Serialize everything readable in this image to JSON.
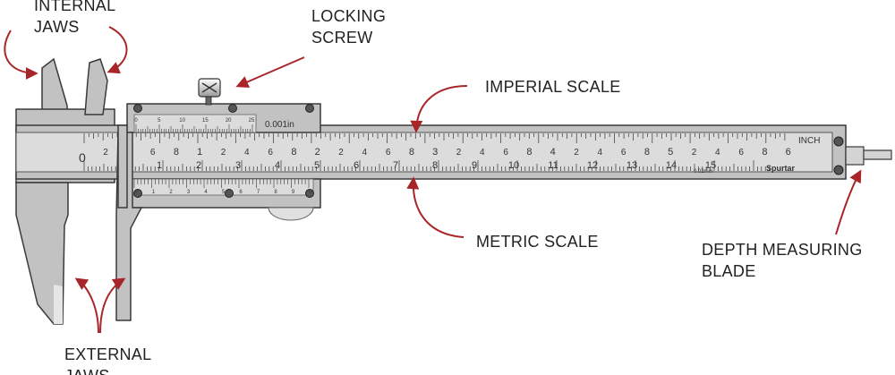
{
  "labels": {
    "internal_jaws": [
      "INTERNAL",
      "JAWS"
    ],
    "locking_screw": [
      "LOCKING",
      "SCREW"
    ],
    "imperial_scale": "IMPERIAL SCALE",
    "metric_scale": "METRIC SCALE",
    "depth_blade": [
      "DEPTH MEASURING",
      "BLADE"
    ],
    "external_jaws": [
      "EXTERNAL",
      "JAWS"
    ]
  },
  "main_scale": {
    "unit": "INCH",
    "brand": "Spurtar",
    "resolution": "0.02mm",
    "zero": "0",
    "inch_labels": [
      "2",
      "4",
      "6",
      "8",
      "1",
      "2",
      "4",
      "6",
      "8",
      "2",
      "2",
      "4",
      "6",
      "8",
      "3",
      "2",
      "4",
      "6",
      "8",
      "4",
      "2",
      "4",
      "6",
      "8",
      "5",
      "2",
      "4",
      "6",
      "8",
      "6"
    ],
    "cm_labels": [
      "1",
      "2",
      "3",
      "4",
      "5",
      "6",
      "7",
      "8",
      "9",
      "10",
      "11",
      "12",
      "13",
      "14",
      "15"
    ]
  },
  "vernier": {
    "top_reading": "0.001in",
    "top_labels": [
      "0",
      "5",
      "10",
      "15",
      "20",
      "25"
    ],
    "bottom_labels": [
      "0",
      "1",
      "2",
      "3",
      "4",
      "5",
      "6",
      "7",
      "8",
      "9",
      "0"
    ]
  },
  "colors": {
    "arrow": "#a8262a",
    "body": "#c2c2c2",
    "ruler": "#dcdcdc",
    "outline": "#3a3a3a"
  }
}
